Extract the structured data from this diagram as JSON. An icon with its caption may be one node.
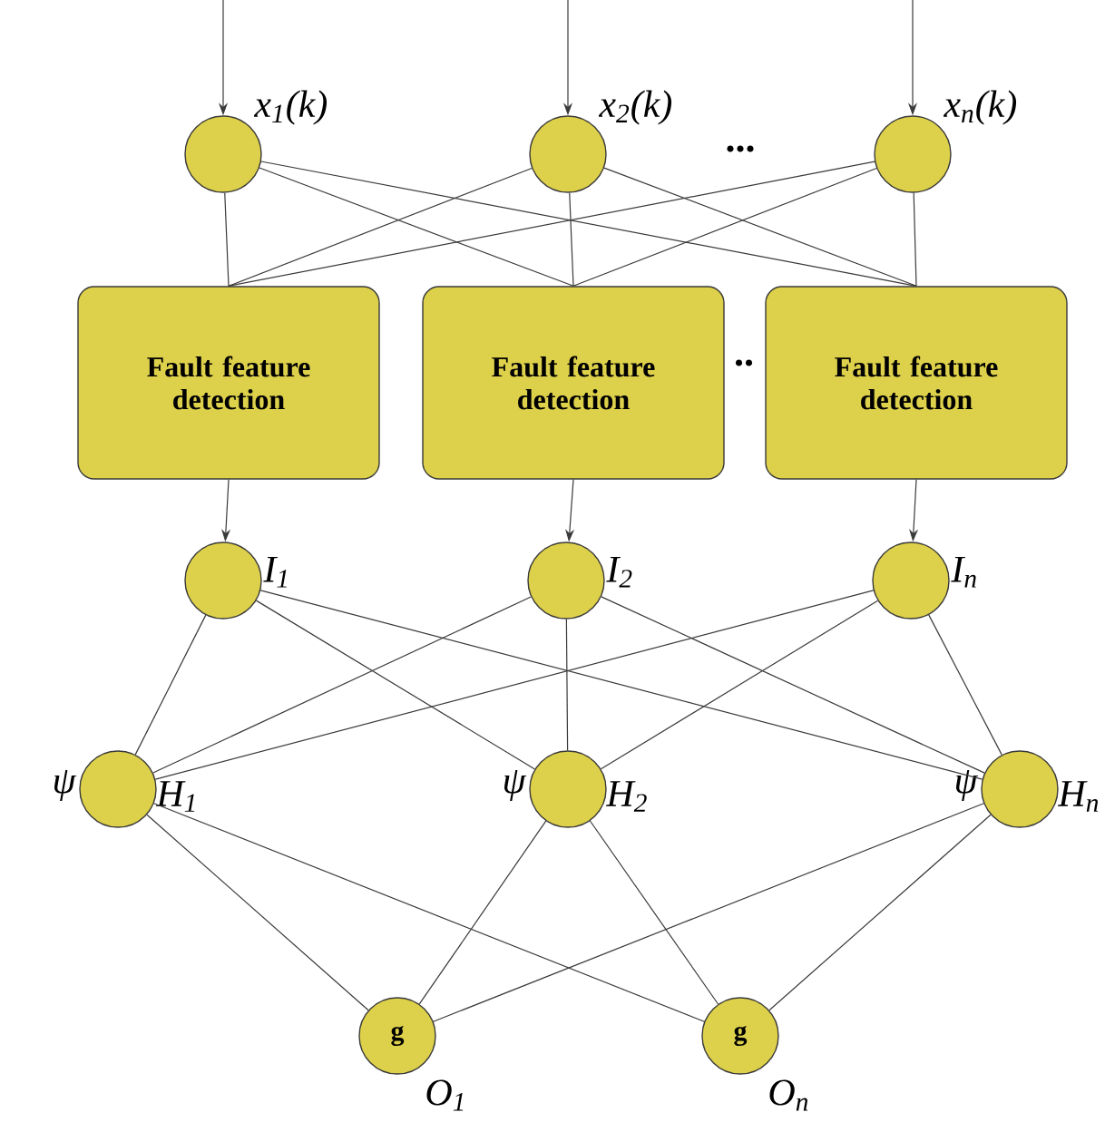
{
  "diagram": {
    "nodes": [
      {
        "text": [],
        "shape": "circle",
        "beside": [
          "x$_{1}$(k)"
        ]
      },
      {
        "text": [],
        "shape": "circle",
        "beside": [
          "x$_{2}$(k)"
        ]
      },
      {
        "text": [],
        "shape": "circle",
        "beside": [
          "x$_{n}$(k)"
        ]
      },
      {
        "text": [
          "Fault feature detection"
        ]
      },
      {
        "text": [
          "Fault feature detection"
        ]
      },
      {
        "text": [
          "Fault feature detection"
        ]
      },
      {
        "text": [],
        "shape": "circle",
        "beside": [
          "I$_{1}$"
        ]
      },
      {
        "text": [],
        "shape": "circle",
        "beside": [
          "I$_{2}$"
        ]
      },
      {
        "text": [],
        "shape": "circle",
        "beside": [
          "I$_{n}$"
        ]
      },
      {
        "text": [],
        "shape": "circle",
        "beside": [
          "ψ",
          "H$_{1}$"
        ]
      },
      {
        "text": [],
        "shape": "circle",
        "beside": [
          "ψ",
          "H$_{2}$"
        ]
      },
      {
        "text": [],
        "shape": "circle",
        "beside": [
          "ψ",
          "H$_{n}$"
        ]
      },
      {
        "text": [
          "g"
        ],
        "beside": [
          "O$_{1}$"
        ]
      },
      {
        "text": [
          "g"
        ],
        "beside": [
          "O$_{n}$"
        ]
      }
    ],
    "edges": [
      {
        "from": null,
        "to": 0,
        "arrow": "to"
      },
      {
        "from": null,
        "to": 1,
        "arrow": "to"
      },
      {
        "from": null,
        "to": 2,
        "arrow": "to"
      },
      {
        "from": 0,
        "to": 3,
        "arrow": "none"
      },
      {
        "from": 0,
        "to": 4,
        "arrow": "none"
      },
      {
        "from": 0,
        "to": 5,
        "arrow": "none"
      },
      {
        "from": 1,
        "to": 3,
        "arrow": "none"
      },
      {
        "from": 1,
        "to": 4,
        "arrow": "none"
      },
      {
        "from": 1,
        "to": 5,
        "arrow": "none"
      },
      {
        "from": 2,
        "to": 3,
        "arrow": "none"
      },
      {
        "from": 2,
        "to": 4,
        "arrow": "none"
      },
      {
        "from": 2,
        "to": 5,
        "arrow": "none"
      },
      {
        "from": 3,
        "to": 6,
        "arrow": "to"
      },
      {
        "from": 4,
        "to": 7,
        "arrow": "to"
      },
      {
        "from": 5,
        "to": 8,
        "arrow": "to"
      },
      {
        "from": 6,
        "to": 9,
        "arrow": "none"
      },
      {
        "from": 6,
        "to": 10,
        "arrow": "none"
      },
      {
        "from": 6,
        "to": 11,
        "arrow": "none"
      },
      {
        "from": 7,
        "to": 9,
        "arrow": "none"
      },
      {
        "from": 7,
        "to": 10,
        "arrow": "none"
      },
      {
        "from": 7,
        "to": 11,
        "arrow": "none"
      },
      {
        "from": 8,
        "to": 9,
        "arrow": "none"
      },
      {
        "from": 8,
        "to": 10,
        "arrow": "none"
      },
      {
        "from": 8,
        "to": 11,
        "arrow": "none"
      },
      {
        "from": 9,
        "to": 12,
        "arrow": "none"
      },
      {
        "from": 9,
        "to": 13,
        "arrow": "none"
      },
      {
        "from": 10,
        "to": 12,
        "arrow": "none"
      },
      {
        "from": 10,
        "to": 13,
        "arrow": "none"
      },
      {
        "from": 11,
        "to": 12,
        "arrow": "none"
      },
      {
        "from": 11,
        "to": 13,
        "arrow": "none"
      }
    ],
    "labels": [
      "...",
      ".."
    ]
  }
}
